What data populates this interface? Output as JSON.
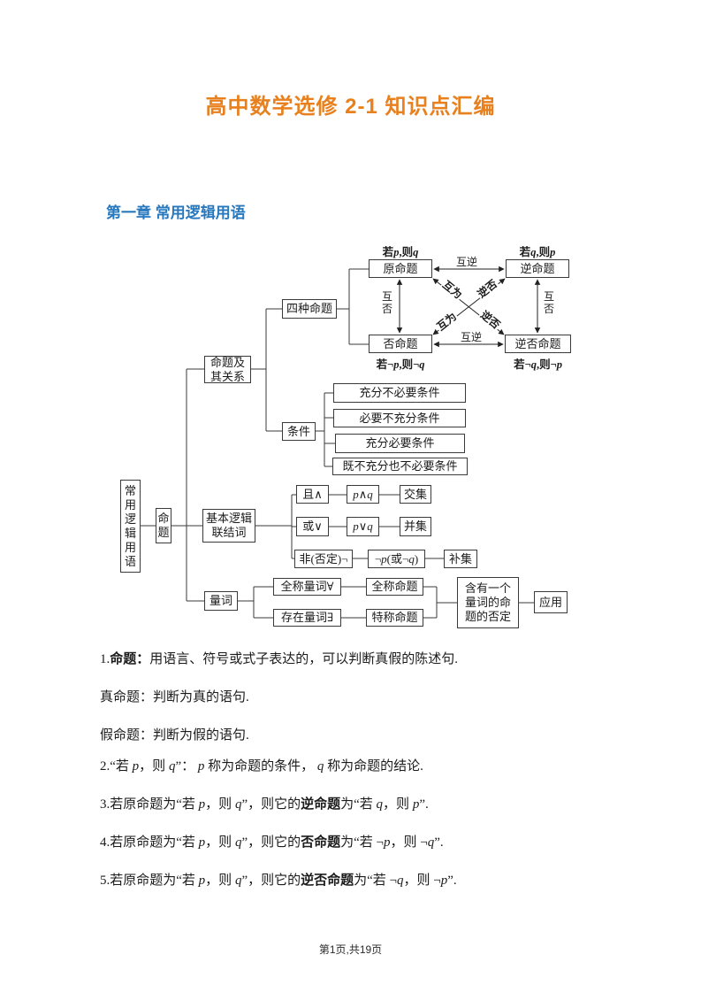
{
  "header": {
    "title": "高中数学选修 2-1 知识点汇编",
    "chapter": "第一章 常用逻辑用语"
  },
  "colors": {
    "title_color": "#e8801e",
    "chapter_color": "#2878be",
    "line_color": "#3a3a3a"
  },
  "diagram": {
    "root": "常\n用\n逻\n辑\n用\n语",
    "mingti": "命\n题",
    "guanxi": "命题及\n其关系",
    "sizhong": "四种命题",
    "tiaojian": "条件",
    "yuan": "原命题",
    "ni": "逆命题",
    "fou": "否命题",
    "nifou": "逆否命题",
    "lab_yuan": [
      {
        "t": "若"
      },
      {
        "t": "p",
        "i": 1
      },
      {
        "t": ",则"
      },
      {
        "t": "q",
        "i": 1
      }
    ],
    "lab_ni": [
      {
        "t": "若"
      },
      {
        "t": "q",
        "i": 1
      },
      {
        "t": ",则"
      },
      {
        "t": "p",
        "i": 1
      }
    ],
    "lab_fou": [
      {
        "t": "若¬"
      },
      {
        "t": "p",
        "i": 1
      },
      {
        "t": ",则¬"
      },
      {
        "t": "q",
        "i": 1
      }
    ],
    "lab_nifou": [
      {
        "t": "若¬"
      },
      {
        "t": "q",
        "i": 1
      },
      {
        "t": ",则¬"
      },
      {
        "t": "p",
        "i": 1
      }
    ],
    "huni": "互逆",
    "hufou": "互\n否",
    "huwei": "互为",
    "nifou_lab": "逆否",
    "cond1": "充分不必要条件",
    "cond2": "必要不充分条件",
    "cond3": "充分必要条件",
    "cond4": "既不充分也不必要条件",
    "lianjieci": "基本逻辑\n联结词",
    "qie": "且∧",
    "p_and_q": [
      {
        "t": "p",
        "i": 1
      },
      {
        "t": "∧"
      },
      {
        "t": "q",
        "i": 1
      }
    ],
    "jiaoji": "交集",
    "huo": "或∨",
    "p_or_q": [
      {
        "t": "p",
        "i": 1
      },
      {
        "t": "∨"
      },
      {
        "t": "q",
        "i": 1
      }
    ],
    "bingji": "并集",
    "fei": "非(否定)¬",
    "not_p_or_not_q": [
      {
        "t": "¬"
      },
      {
        "t": "p",
        "i": 1
      },
      {
        "t": "(或¬"
      },
      {
        "t": "q",
        "i": 1
      },
      {
        "t": ")"
      }
    ],
    "buji": "补集",
    "liangci": "量词",
    "quancheng": "全称量词∀",
    "quan_mingti": "全称命题",
    "cunzai": "存在量词∃",
    "te_mingti": "特称命题",
    "hanyou": "含有一个\n量词的命\n题的否定",
    "yingyong": "应用"
  },
  "notes": [
    {
      "segments": [
        {
          "t": "1."
        },
        {
          "t": "命题：",
          "b": 1
        },
        {
          "t": "用语言、符号或式子表达的，可以判断真假的陈述句."
        }
      ]
    },
    {
      "segments": [
        {
          "t": "真命题：判断为真的语句."
        }
      ]
    },
    {
      "segments": [
        {
          "t": "假命题：判断为假的语句."
        }
      ]
    },
    {
      "segments": [
        {
          "t": "2.“若 "
        },
        {
          "t": "p",
          "i": 1
        },
        {
          "t": "，则 "
        },
        {
          "t": "q",
          "i": 1
        },
        {
          "t": "”： "
        },
        {
          "t": "p",
          "i": 1
        },
        {
          "t": " 称为命题的条件， "
        },
        {
          "t": "q",
          "i": 1
        },
        {
          "t": " 称为命题的结论."
        }
      ]
    },
    {
      "segments": [
        {
          "t": "3.若原命题为“若 "
        },
        {
          "t": "p",
          "i": 1
        },
        {
          "t": "，则 "
        },
        {
          "t": "q",
          "i": 1
        },
        {
          "t": "”，则它的"
        },
        {
          "t": "逆命题",
          "b": 1
        },
        {
          "t": "为“若 "
        },
        {
          "t": "q",
          "i": 1
        },
        {
          "t": "，则 "
        },
        {
          "t": "p",
          "i": 1
        },
        {
          "t": "”."
        }
      ]
    },
    {
      "segments": [
        {
          "t": "4.若原命题为“若 "
        },
        {
          "t": "p",
          "i": 1
        },
        {
          "t": "，则 "
        },
        {
          "t": "q",
          "i": 1
        },
        {
          "t": "”，则它的"
        },
        {
          "t": "否命题",
          "b": 1
        },
        {
          "t": "为“若 ¬"
        },
        {
          "t": "p",
          "i": 1
        },
        {
          "t": "，则 ¬"
        },
        {
          "t": "q",
          "i": 1
        },
        {
          "t": "”."
        }
      ]
    },
    {
      "segments": [
        {
          "t": "5.若原命题为“若 "
        },
        {
          "t": "p",
          "i": 1
        },
        {
          "t": "，则 "
        },
        {
          "t": "q",
          "i": 1
        },
        {
          "t": "”，则它的"
        },
        {
          "t": "逆否命题",
          "b": 1
        },
        {
          "t": "为“若 ¬"
        },
        {
          "t": "q",
          "i": 1
        },
        {
          "t": "，则 ¬"
        },
        {
          "t": "p",
          "i": 1
        },
        {
          "t": "”."
        }
      ]
    }
  ],
  "footer": {
    "text": "第1页,共19页"
  }
}
